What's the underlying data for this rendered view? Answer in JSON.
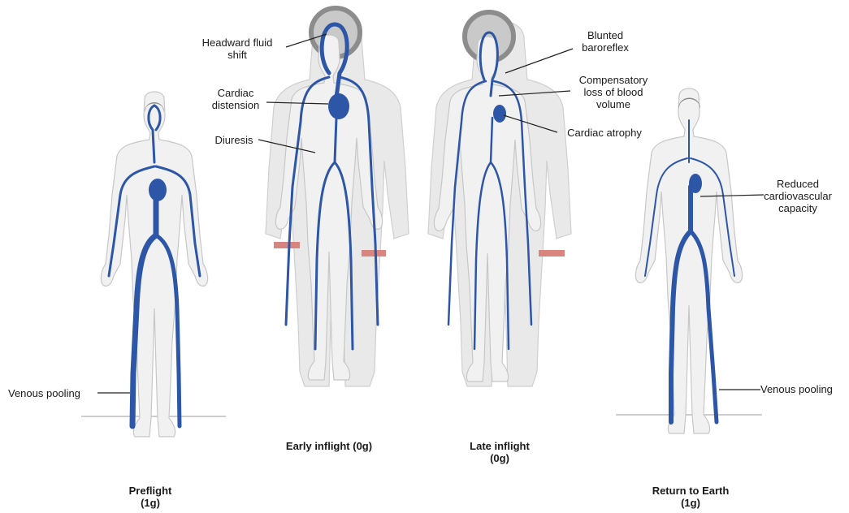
{
  "colors": {
    "vessel": "#2e56a6",
    "skin": "#f1f1f1",
    "skin_outline": "#c7c7c7",
    "suit": "#e9e9e9",
    "suit_outline": "#cfcfcf",
    "helmet": "#8c8c8c",
    "suit_band": "#d9857f",
    "leader": "#222222",
    "ground": "#bdbdbd"
  },
  "figures": [
    {
      "id": "preflight",
      "caption": "Preflight\n(1g)"
    },
    {
      "id": "early-inflight",
      "caption": "Early inflight (0g)"
    },
    {
      "id": "late-inflight",
      "caption": "Late inflight\n(0g)"
    },
    {
      "id": "return-to-earth",
      "caption": "Return to Earth\n(1g)"
    }
  ],
  "annotations": {
    "venous_pooling_left": "Venous pooling",
    "headward_fluid_shift": "Headward fluid\nshift",
    "cardiac_distension": "Cardiac\ndistension",
    "diuresis": "Diuresis",
    "blunted_baroreflex": "Blunted\nbaroreflex",
    "compensatory_loss": "Compensatory\nloss of blood\nvolume",
    "cardiac_atrophy": "Cardiac atrophy",
    "reduced_capacity": "Reduced\ncardiovascular\ncapacity",
    "venous_pooling_right": "Venous pooling"
  }
}
